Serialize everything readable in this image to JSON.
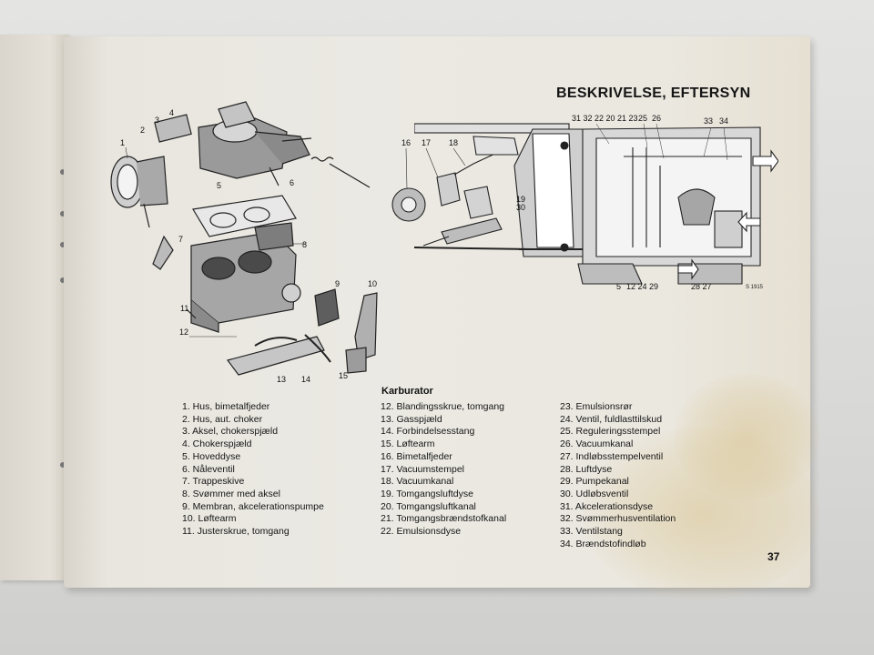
{
  "header": {
    "title": "BESKRIVELSE, EFTERSYN"
  },
  "section_title": "Karburator",
  "figure_code": "S 1915",
  "page_number": "37",
  "exploded_view": {
    "labels": [
      "1",
      "2",
      "3",
      "4",
      "5",
      "6",
      "7",
      "8",
      "9",
      "10",
      "11",
      "12",
      "13",
      "14",
      "15"
    ]
  },
  "detail_view": {
    "labels": [
      "16",
      "17",
      "18"
    ]
  },
  "cross_section": {
    "labels_top": [
      "31 32 22 20 21 23",
      "25",
      "26",
      "33",
      "34"
    ],
    "labels_left": [
      "19",
      "30"
    ],
    "labels_bottom": [
      "5",
      "12 24 29",
      "28 27"
    ]
  },
  "legend": {
    "col1": [
      "1. Hus, bimetalfjeder",
      "2. Hus, aut. choker",
      "3. Aksel, chokerspjæld",
      "4. Chokerspjæld",
      "5. Hoveddyse",
      "6. Nåleventil",
      "7. Trappeskive",
      "8. Svømmer med aksel",
      "9. Membran, akcelerationspumpe",
      "10. Løftearm",
      "11. Justerskrue, tomgang"
    ],
    "col2": [
      "12. Blandingsskrue, tomgang",
      "13. Gasspjæld",
      "14. Forbindelsesstang",
      "15. Løftearm",
      "16. Bimetalfjeder",
      "17. Vacuumstempel",
      "18. Vacuumkanal",
      "19. Tomgangsluftdyse",
      "20. Tomgangsluftkanal",
      "21. Tomgangsbrændstofkanal",
      "22. Emulsionsdyse"
    ],
    "col3": [
      "23. Emulsionsrør",
      "24. Ventil, fuldlasttilskud",
      "25. Reguleringsstempel",
      "26. Vacuumkanal",
      "27. Indløbsstempelventil",
      "28. Luftdyse",
      "29. Pumpekanal",
      "30. Udløbsventil",
      "31. Akcelerationsdyse",
      "32. Svømmerhusventilation",
      "33. Ventilstang",
      "34. Brændstofindløb"
    ]
  }
}
